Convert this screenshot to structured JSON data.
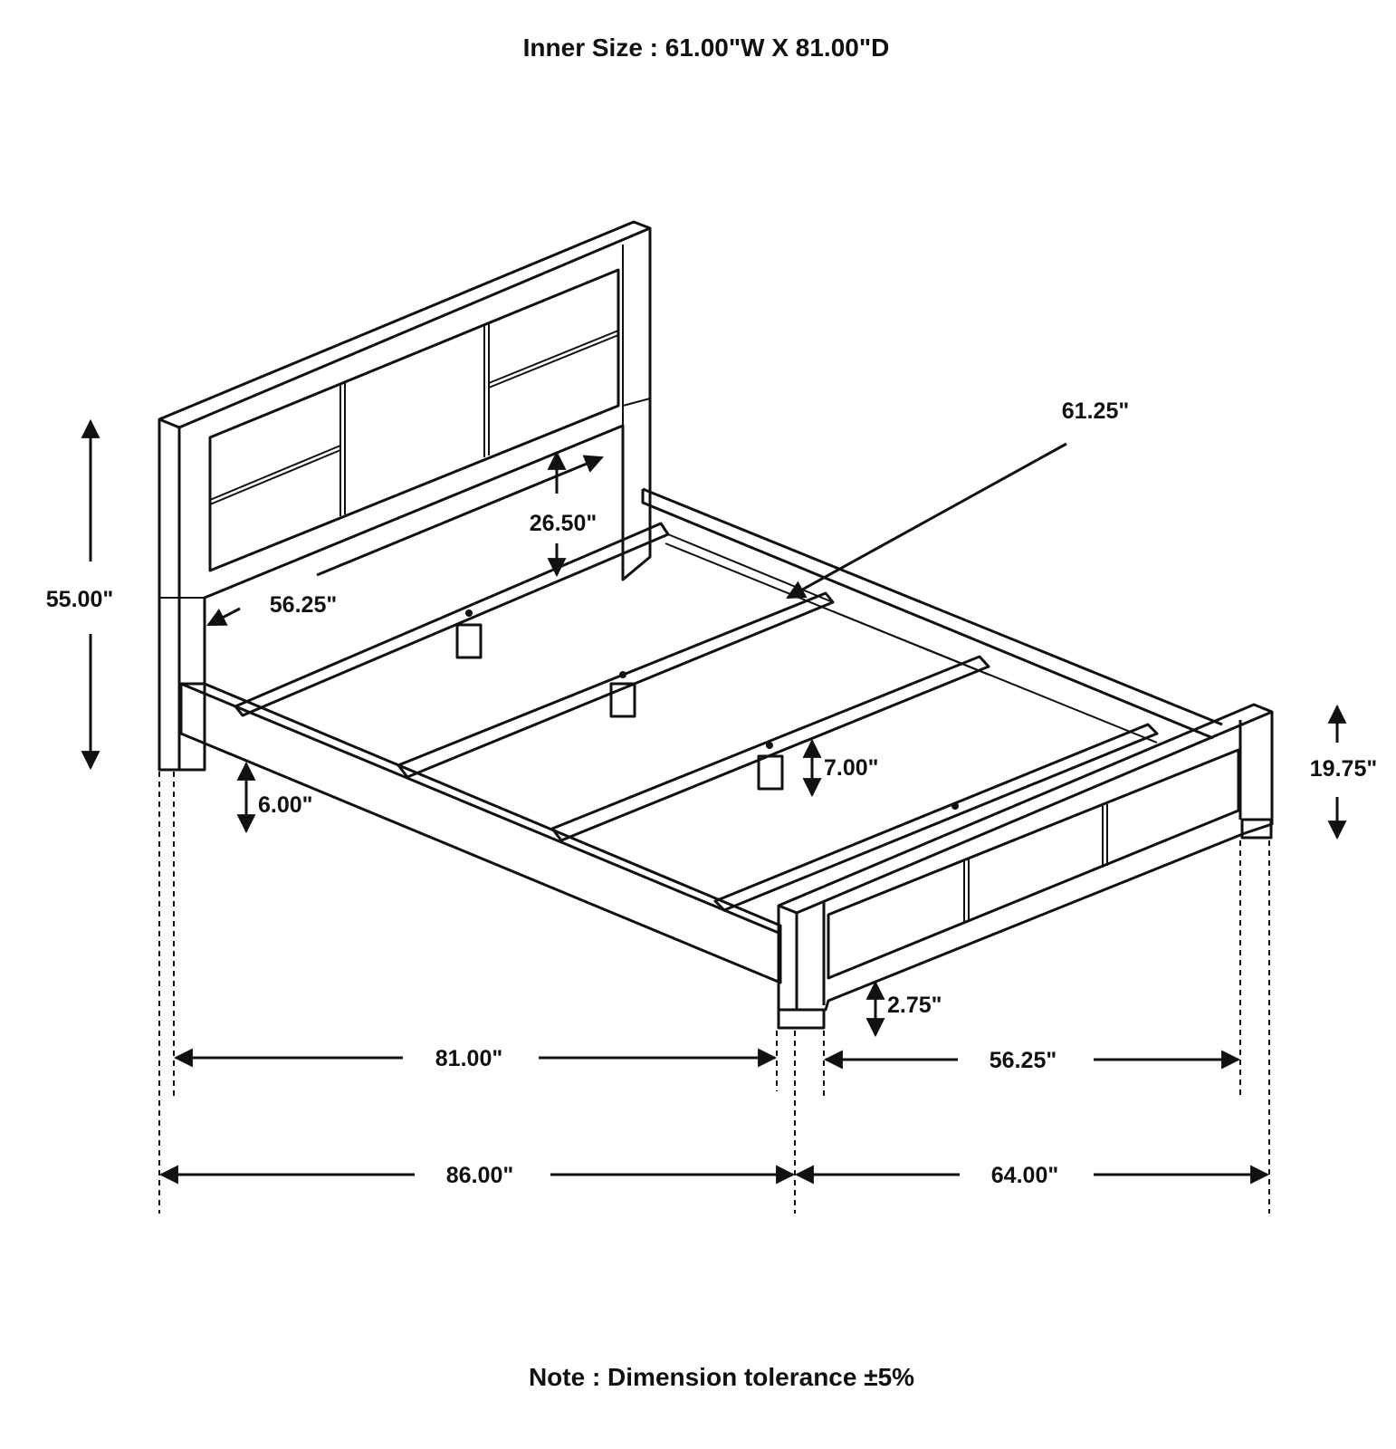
{
  "title": "Inner Size : 61.00\"W X 81.00\"D",
  "note": "Note : Dimension tolerance ±5%",
  "dimensions": {
    "overall_height": "55.00\"",
    "headboard_panel_height": "26.50\"",
    "headboard_inner_width": "56.25\"",
    "slat_length": "61.25\"",
    "side_rail_height": "6.00\"",
    "slat_leg_height": "7.00\"",
    "footboard_height": "19.75\"",
    "footboard_clearance": "2.75\"",
    "inner_length": "81.00\"",
    "footboard_inner_width": "56.25\"",
    "overall_length": "86.00\"",
    "overall_width": "64.00\""
  }
}
